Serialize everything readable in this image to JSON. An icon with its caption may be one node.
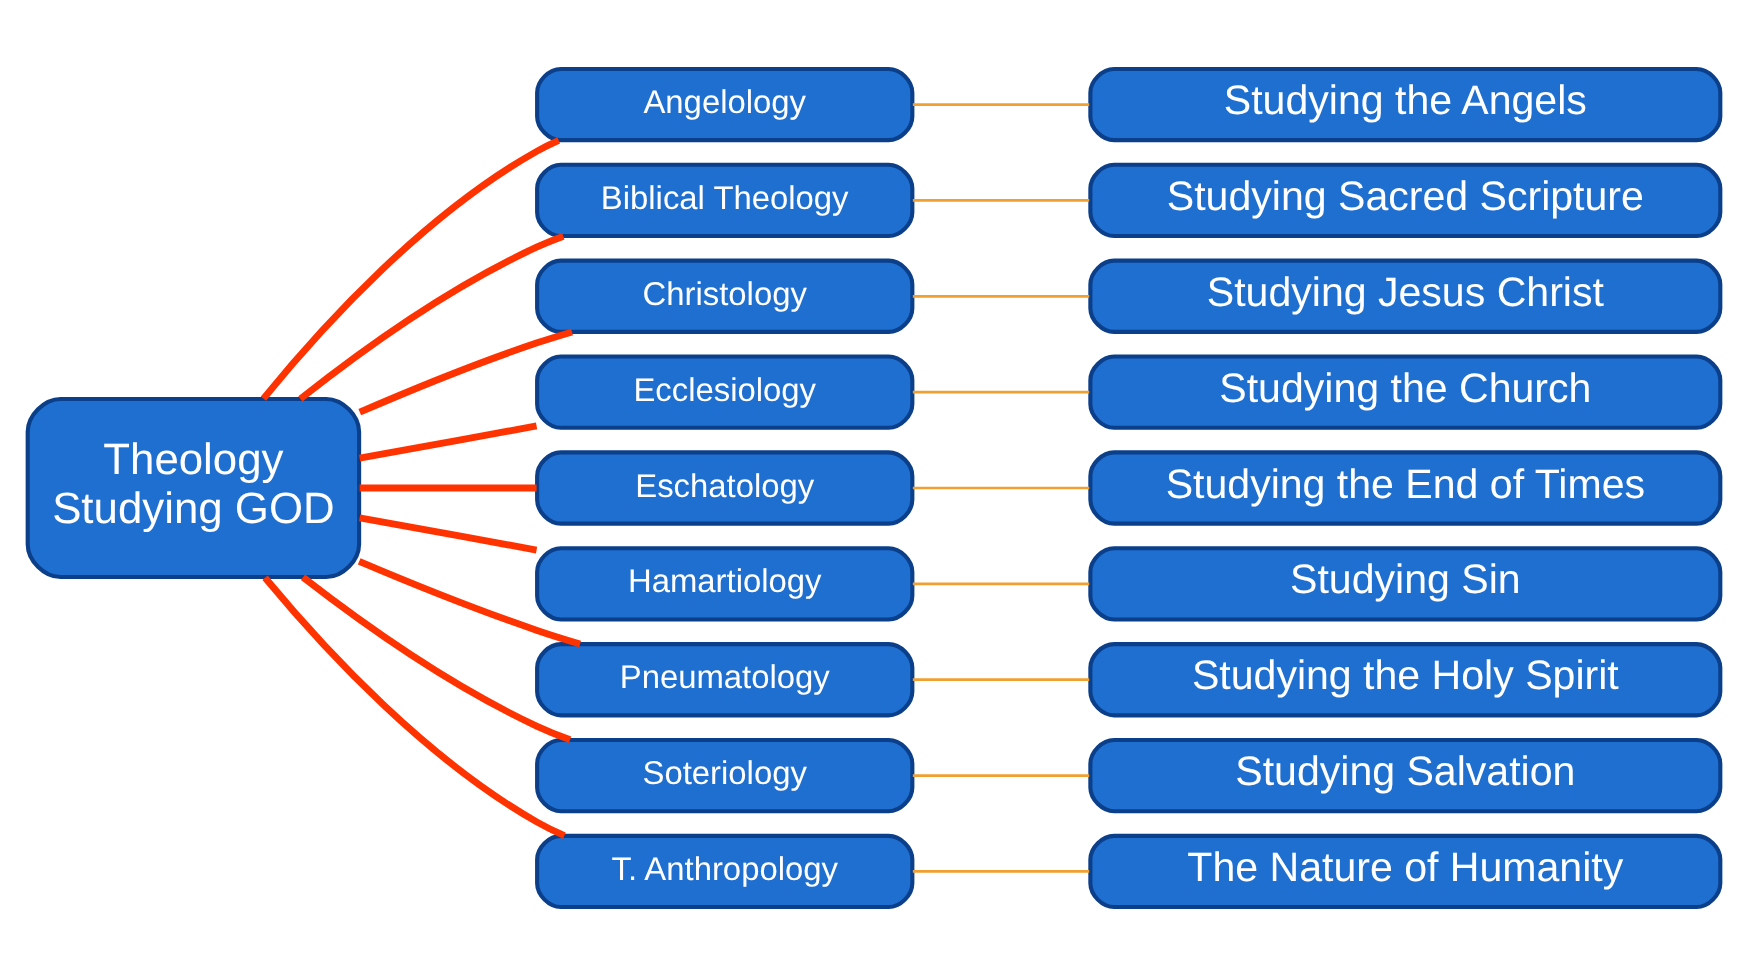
{
  "diagram": {
    "nodes": [
      {
        "text": [
          "Theology",
          "Studying GOD"
        ]
      },
      {
        "text": [
          "Angelology"
        ]
      },
      {
        "text": [
          "Biblical Theology"
        ]
      },
      {
        "text": [
          "Christology"
        ]
      },
      {
        "text": [
          "Ecclesiology"
        ]
      },
      {
        "text": [
          "Eschatology"
        ]
      },
      {
        "text": [
          "Hamartiology"
        ]
      },
      {
        "text": [
          "Pneumatology"
        ]
      },
      {
        "text": [
          "Soteriology"
        ]
      },
      {
        "text": [
          "T. Anthropology"
        ]
      },
      {
        "text": [
          "Studying the Angels"
        ]
      },
      {
        "text": [
          "Studying Sacred Scripture"
        ]
      },
      {
        "text": [
          "Studying Jesus Christ"
        ]
      },
      {
        "text": [
          "Studying the Church"
        ]
      },
      {
        "text": [
          "Studying the End of Times"
        ]
      },
      {
        "text": [
          "Studying Sin"
        ]
      },
      {
        "text": [
          "Studying the Holy Spirit"
        ]
      },
      {
        "text": [
          "Studying Salvation"
        ]
      },
      {
        "text": [
          "The Nature of Humanity"
        ]
      }
    ],
    "edges": [
      {
        "from": 0,
        "to": 1,
        "arrow": "none",
        "style": "thick",
        "color": "#ff3300"
      },
      {
        "from": 0,
        "to": 2,
        "arrow": "none",
        "style": "thick",
        "color": "#ff3300"
      },
      {
        "from": 0,
        "to": 3,
        "arrow": "none",
        "style": "thick",
        "color": "#ff3300"
      },
      {
        "from": 0,
        "to": 4,
        "arrow": "none",
        "style": "thick",
        "color": "#ff3300"
      },
      {
        "from": 0,
        "to": 5,
        "arrow": "none",
        "style": "thick",
        "color": "#ff3300"
      },
      {
        "from": 0,
        "to": 6,
        "arrow": "none",
        "style": "thick",
        "color": "#ff3300"
      },
      {
        "from": 0,
        "to": 7,
        "arrow": "none",
        "style": "thick",
        "color": "#ff3300"
      },
      {
        "from": 0,
        "to": 8,
        "arrow": "none",
        "style": "thick",
        "color": "#ff3300"
      },
      {
        "from": 0,
        "to": 9,
        "arrow": "none",
        "style": "thick",
        "color": "#ff3300"
      },
      {
        "from": 1,
        "to": 10,
        "arrow": "none",
        "color": "#f0a030"
      },
      {
        "from": 2,
        "to": 11,
        "arrow": "none",
        "color": "#f0a030"
      },
      {
        "from": 3,
        "to": 12,
        "arrow": "none",
        "color": "#f0a030"
      },
      {
        "from": 4,
        "to": 13,
        "arrow": "none",
        "color": "#f0a030"
      },
      {
        "from": 5,
        "to": 14,
        "arrow": "none",
        "color": "#f0a030"
      },
      {
        "from": 6,
        "to": 15,
        "arrow": "none",
        "color": "#f0a030"
      },
      {
        "from": 7,
        "to": 16,
        "arrow": "none",
        "color": "#f0a030"
      },
      {
        "from": 8,
        "to": 17,
        "arrow": "none",
        "color": "#f0a030"
      },
      {
        "from": 9,
        "to": 18,
        "arrow": "none",
        "color": "#f0a030"
      }
    ]
  }
}
